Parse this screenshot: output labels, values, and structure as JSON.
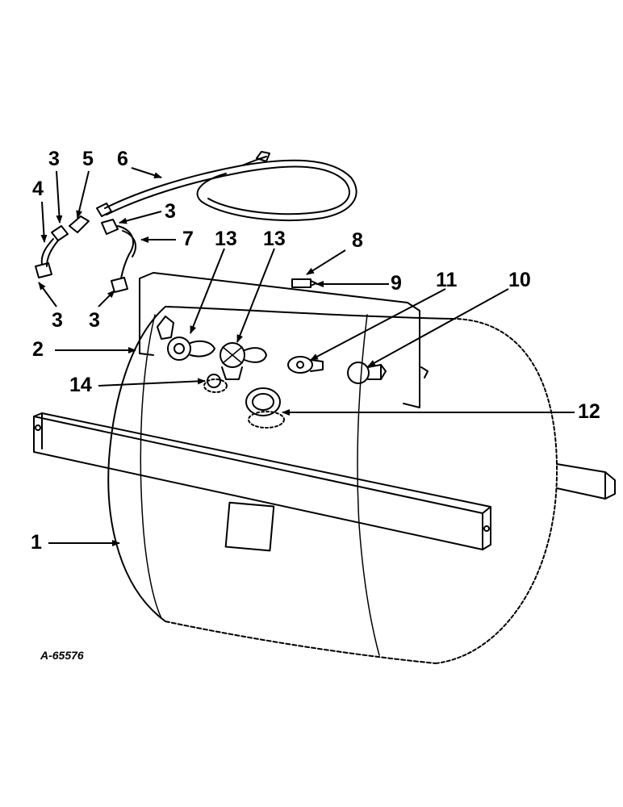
{
  "callouts": [
    {
      "id": "c3a",
      "text": "3"
    },
    {
      "id": "c5",
      "text": "5"
    },
    {
      "id": "c6",
      "text": "6"
    },
    {
      "id": "c4",
      "text": "4"
    },
    {
      "id": "c3b",
      "text": "3"
    },
    {
      "id": "c7",
      "text": "7"
    },
    {
      "id": "c13a",
      "text": "13"
    },
    {
      "id": "c13b",
      "text": "13"
    },
    {
      "id": "c8",
      "text": "8"
    },
    {
      "id": "c9",
      "text": "9"
    },
    {
      "id": "c11",
      "text": "11"
    },
    {
      "id": "c10",
      "text": "10"
    },
    {
      "id": "c3c",
      "text": "3"
    },
    {
      "id": "c3d",
      "text": "3"
    },
    {
      "id": "c2",
      "text": "2"
    },
    {
      "id": "c14",
      "text": "14"
    },
    {
      "id": "c12",
      "text": "12"
    },
    {
      "id": "c1",
      "text": "1"
    }
  ],
  "drawing_code": "A-65576",
  "colors": {
    "ink": "#000000",
    "paper": "#ffffff"
  }
}
